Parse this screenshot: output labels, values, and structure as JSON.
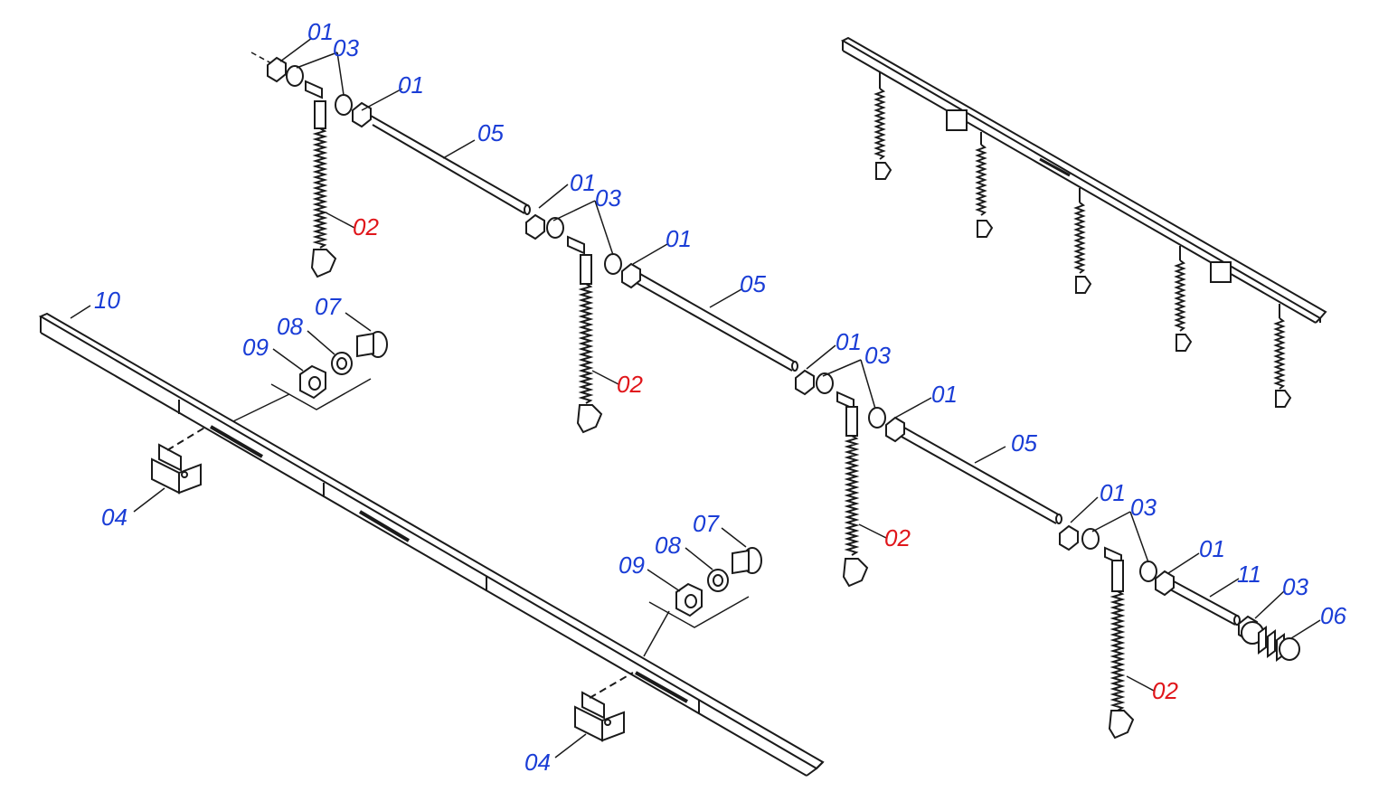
{
  "colors": {
    "part": "#1a3dd6",
    "highlight": "#e0161b",
    "line": "#1a1a1a",
    "background": "#ffffff"
  },
  "labels": {
    "a01": "01",
    "a03": "03",
    "a01b": "01",
    "a05": "05",
    "a02": "02",
    "b01": "01",
    "b03": "03",
    "b01b": "01",
    "b05": "05",
    "b02": "02",
    "c01": "01",
    "c03": "03",
    "c01b": "01",
    "c05": "05",
    "c02": "02",
    "d01": "01",
    "d03": "03",
    "d01b": "01",
    "d11": "11",
    "d03b": "03",
    "d06": "06",
    "d02": "02",
    "r10": "10",
    "r07": "07",
    "r08": "08",
    "r09": "09",
    "r04": "04",
    "s07": "07",
    "s08": "08",
    "s09": "09",
    "s04": "04"
  }
}
